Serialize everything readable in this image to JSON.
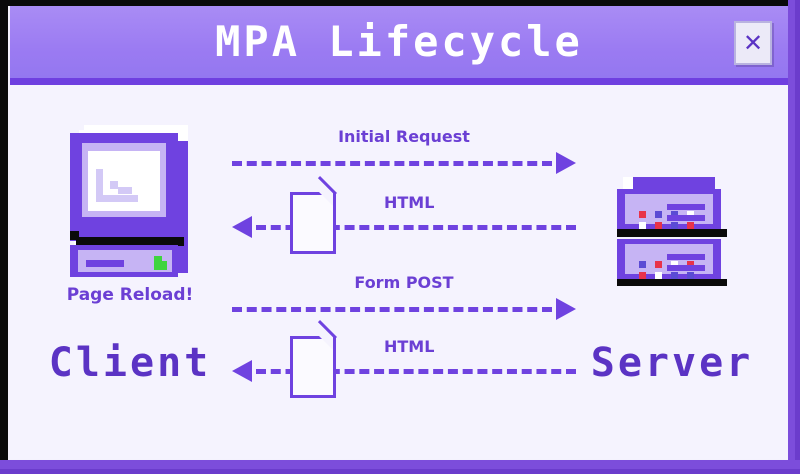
{
  "window": {
    "title": "MPA Lifecycle",
    "close_label": "✕",
    "close_icon": "close-icon"
  },
  "colors": {
    "titlebar_purple": "#9b7bf2",
    "accent_purple": "#6f42e0",
    "deep_purple": "#5b33c4",
    "light_purple": "#c6b4f4",
    "canvas_bg": "#f5f3fe",
    "border_black": "#0a0a0a",
    "led_red": "#e8334a",
    "led_white": "#ffffff",
    "led_purple": "#5b4bd4",
    "green_disk": "#3fd43f"
  },
  "client": {
    "icon": "retro-computer-icon",
    "status_text": "Page Reload!",
    "label": "Client"
  },
  "server": {
    "icon": "server-rack-icon",
    "label": "Server",
    "unit_top_leds": [
      "red",
      "purple",
      "purple",
      "white",
      "white",
      "red",
      "purple",
      "red"
    ],
    "unit_bottom_leds": [
      "purple",
      "red",
      "white",
      "red",
      "red",
      "white",
      "purple",
      "purple"
    ]
  },
  "flows": [
    {
      "label": "Initial Request",
      "direction": "right",
      "has_document": false
    },
    {
      "label": "HTML",
      "direction": "left",
      "has_document": true
    },
    {
      "label": "Form POST",
      "direction": "right",
      "has_document": false
    },
    {
      "label": "HTML",
      "direction": "left",
      "has_document": true
    }
  ]
}
